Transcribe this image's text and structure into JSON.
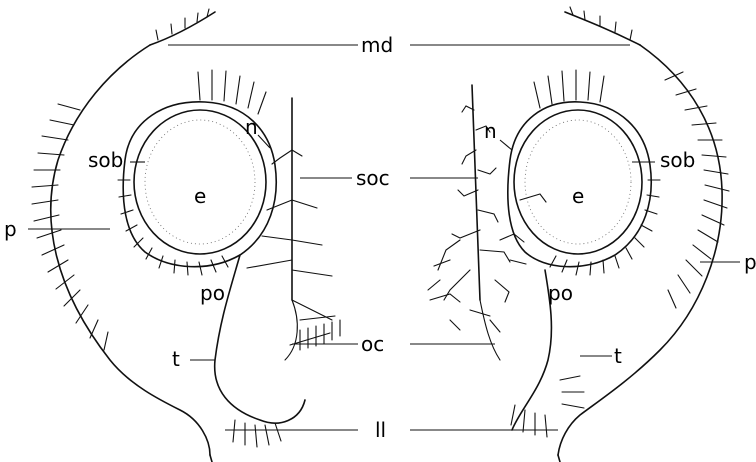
{
  "labels": {
    "md": "md",
    "soc": "soc",
    "oc": "oc",
    "ll": "ll",
    "sob_left": "sob",
    "sob_right": "sob",
    "n_left": "n",
    "n_right": "n",
    "e_left": "e",
    "e_right": "e",
    "p_left": "p",
    "p_right": "p",
    "po_left": "po",
    "po_right": "po",
    "t_left": "t",
    "t_right": "t"
  }
}
